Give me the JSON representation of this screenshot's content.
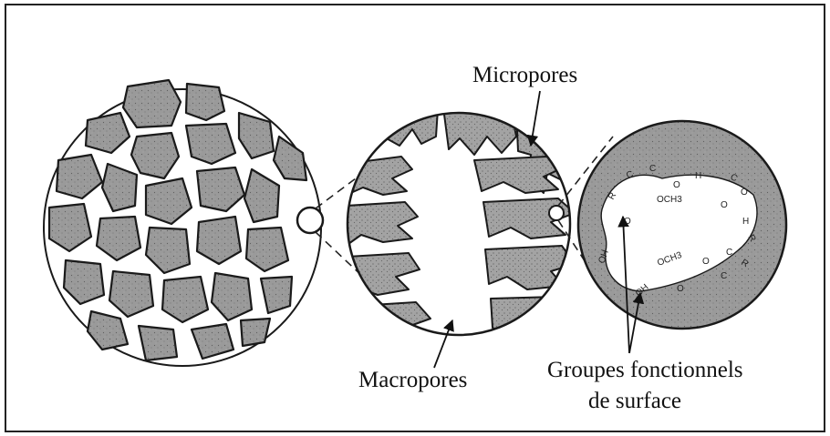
{
  "labels": {
    "micropores": "Micropores",
    "macropores": "Macropores",
    "groups_line1": "Groupes fonctionnels",
    "groups_line2": "de surface"
  },
  "chem_groups": [
    "C",
    "C",
    "O",
    "H",
    "OCH3",
    "C",
    "O",
    "O",
    "H",
    "O",
    "OH",
    "OCH3",
    "O",
    "C",
    "OH",
    "R",
    "R",
    "O",
    "C",
    "R"
  ],
  "colors": {
    "particle_fill": "#9a9a9a",
    "outline": "#1a1a1a",
    "background": "#ffffff"
  }
}
